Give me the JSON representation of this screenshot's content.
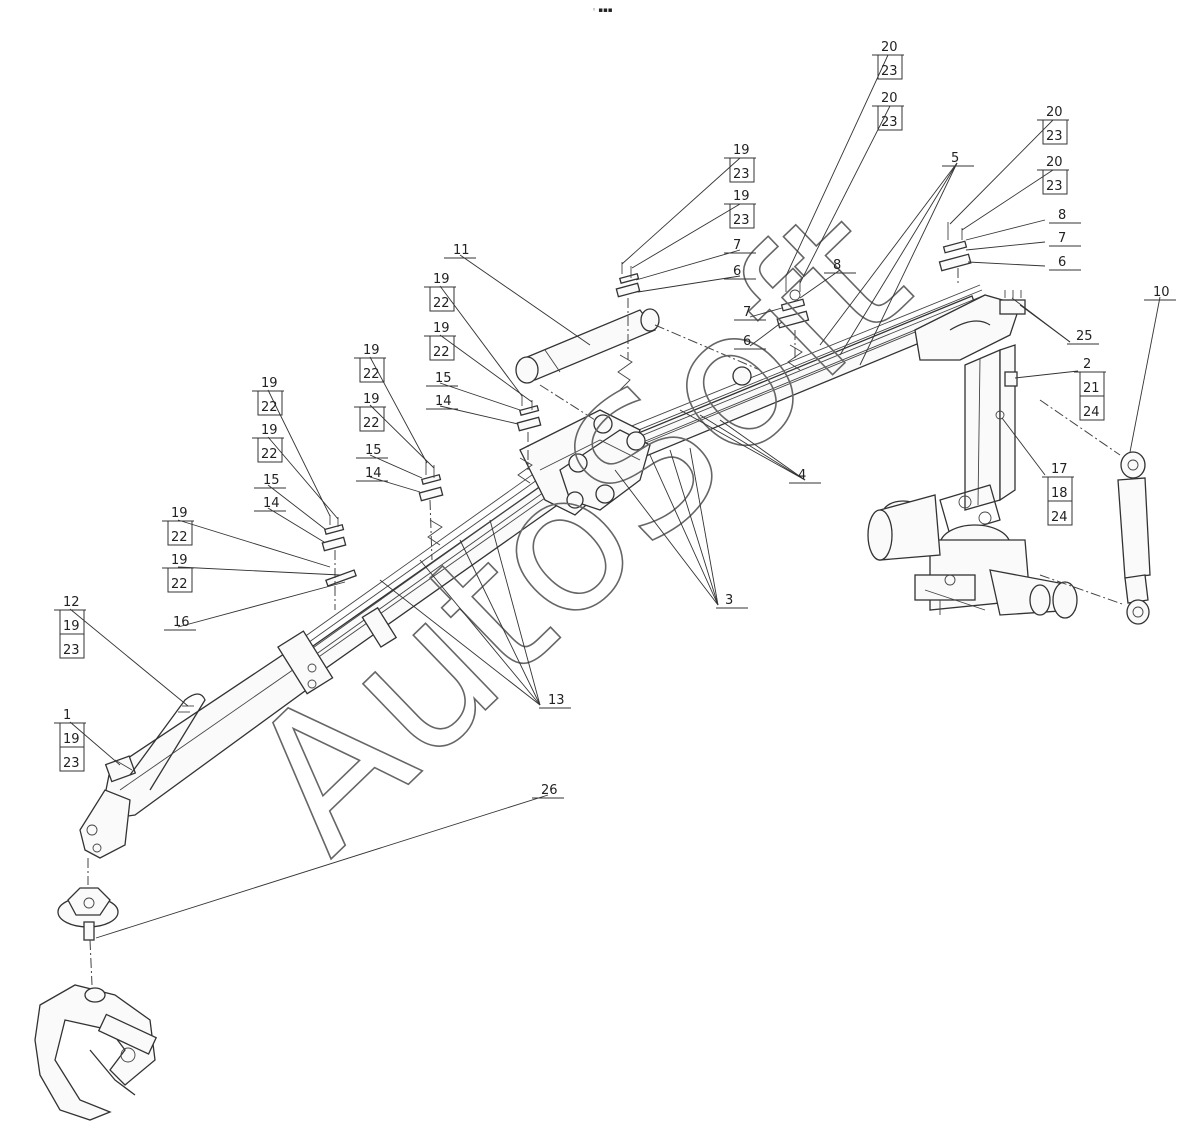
{
  "watermark": "AutoSoft",
  "top_mark": "◦ ▪▪▪",
  "callouts": [
    {
      "id": "c-20a",
      "lines": [
        "20",
        "23"
      ]
    },
    {
      "id": "c-20b",
      "lines": [
        "20",
        "23"
      ]
    },
    {
      "id": "c-20c",
      "lines": [
        "20",
        "23"
      ]
    },
    {
      "id": "c-20d",
      "lines": [
        "20",
        "23"
      ]
    },
    {
      "id": "c-5",
      "lines": [
        "5"
      ]
    },
    {
      "id": "c-8r",
      "lines": [
        "8"
      ]
    },
    {
      "id": "c-7r",
      "lines": [
        "7"
      ]
    },
    {
      "id": "c-6r",
      "lines": [
        "6"
      ]
    },
    {
      "id": "c-10",
      "lines": [
        "10"
      ]
    },
    {
      "id": "c-8m",
      "lines": [
        "8"
      ]
    },
    {
      "id": "c-7m",
      "lines": [
        "7"
      ]
    },
    {
      "id": "c-6m",
      "lines": [
        "6"
      ]
    },
    {
      "id": "c-25",
      "lines": [
        "25"
      ]
    },
    {
      "id": "c-2",
      "lines": [
        "2",
        "21",
        "24"
      ]
    },
    {
      "id": "c-19t1",
      "lines": [
        "19",
        "23"
      ]
    },
    {
      "id": "c-19t2",
      "lines": [
        "19",
        "23"
      ]
    },
    {
      "id": "c-7t",
      "lines": [
        "7"
      ]
    },
    {
      "id": "c-6t",
      "lines": [
        "6"
      ]
    },
    {
      "id": "c-11",
      "lines": [
        "11"
      ]
    },
    {
      "id": "c-19m1",
      "lines": [
        "19",
        "22"
      ]
    },
    {
      "id": "c-19m2",
      "lines": [
        "19",
        "22"
      ]
    },
    {
      "id": "c-15m",
      "lines": [
        "15"
      ]
    },
    {
      "id": "c-14m",
      "lines": [
        "14"
      ]
    },
    {
      "id": "c-4",
      "lines": [
        "4"
      ]
    },
    {
      "id": "c-17",
      "lines": [
        "17",
        "18",
        "24"
      ]
    },
    {
      "id": "c-19n1",
      "lines": [
        "19",
        "22"
      ]
    },
    {
      "id": "c-19n2",
      "lines": [
        "19",
        "22"
      ]
    },
    {
      "id": "c-15n",
      "lines": [
        "15"
      ]
    },
    {
      "id": "c-14n",
      "lines": [
        "14"
      ]
    },
    {
      "id": "c-19l1",
      "lines": [
        "19",
        "22"
      ]
    },
    {
      "id": "c-19l2",
      "lines": [
        "19",
        "22"
      ]
    },
    {
      "id": "c-15l",
      "lines": [
        "15"
      ]
    },
    {
      "id": "c-14l",
      "lines": [
        "14"
      ]
    },
    {
      "id": "c-19k1",
      "lines": [
        "19",
        "22"
      ]
    },
    {
      "id": "c-19k2",
      "lines": [
        "19",
        "22"
      ]
    },
    {
      "id": "c-16",
      "lines": [
        "16"
      ]
    },
    {
      "id": "c-3",
      "lines": [
        "3"
      ]
    },
    {
      "id": "c-12",
      "lines": [
        "12",
        "19",
        "23"
      ]
    },
    {
      "id": "c-13",
      "lines": [
        "13"
      ]
    },
    {
      "id": "c-1",
      "lines": [
        "1",
        "19",
        "23"
      ]
    },
    {
      "id": "c-26",
      "lines": [
        "26"
      ]
    }
  ]
}
